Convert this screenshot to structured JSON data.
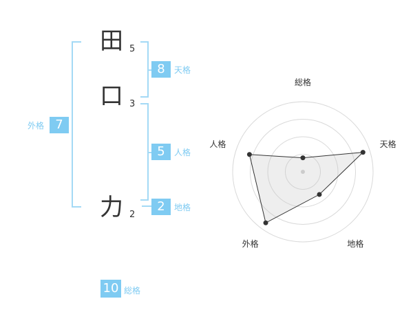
{
  "characters": [
    {
      "char": "田",
      "strokes": "5"
    },
    {
      "char": "口",
      "strokes": "3"
    },
    {
      "char": "力",
      "strokes": "2"
    }
  ],
  "kaku": {
    "tenkaku": {
      "value": "8",
      "label": "天格"
    },
    "jinkaku": {
      "value": "5",
      "label": "人格"
    },
    "chikaku": {
      "value": "2",
      "label": "地格"
    },
    "gaikaku": {
      "value": "7",
      "label": "外格"
    },
    "soukaku": {
      "value": "10",
      "label": "総格"
    }
  },
  "colors": {
    "accent": "#7fcbf2",
    "bracket": "#a3d9f5",
    "text": "#333333"
  },
  "chart_data": {
    "type": "radar",
    "axes": [
      "総格",
      "天格",
      "地格",
      "外格",
      "人格"
    ],
    "rings": 4,
    "values": [
      0.2,
      0.9,
      0.4,
      0.9,
      0.8
    ]
  }
}
